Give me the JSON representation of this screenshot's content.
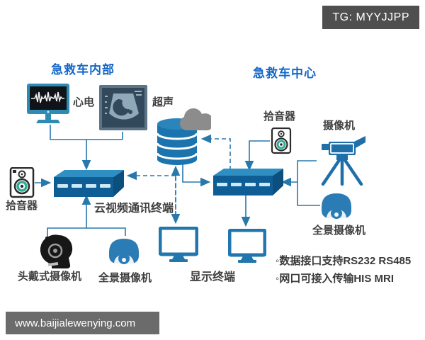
{
  "badge": {
    "text": "TG: MYYJJPP"
  },
  "watermark": {
    "text": "www.baijialewenying.com"
  },
  "sections": {
    "left_title": "急救车内部",
    "right_title": "急救车中心"
  },
  "nodes": {
    "ecg": {
      "label": "心电",
      "icon": "ecg-monitor-icon"
    },
    "ultrasound": {
      "label": "超声",
      "icon": "ultrasound-icon"
    },
    "cloud_database": {
      "icon": "database-cloud-icon"
    },
    "left_mic": {
      "label": "拾音器",
      "icon": "speaker-icon"
    },
    "left_switch": {
      "label": "云视频通讯终端",
      "icon": "switch-icon"
    },
    "head_camera": {
      "label": "头戴式摄像机",
      "icon": "head-mounted-camera-icon"
    },
    "left_dome_camera": {
      "label": "全景摄像机",
      "icon": "dome-camera-icon"
    },
    "displays": {
      "label": "显示终端",
      "icon": "monitor-icon"
    },
    "right_switch": {
      "icon": "switch-icon"
    },
    "right_mic": {
      "label": "拾音器",
      "icon": "speaker-icon"
    },
    "tripod_camera": {
      "label": "摄像机",
      "icon": "tripod-camera-icon"
    },
    "right_dome_camera": {
      "label": "全景摄像机",
      "icon": "dome-camera-icon"
    }
  },
  "notes": [
    {
      "bullet": "◦",
      "text": "数据接口支持RS232 RS485"
    },
    {
      "bullet": "◦",
      "text": "网口可接入传输HIS MRI"
    }
  ],
  "colors": {
    "primary_blue": "#1b74ad",
    "switch_front_blue": "#0e5e95",
    "switch_top_blue": "#2f8ec2",
    "header_blue": "#1467c8",
    "label_gray": "#3f3f3f",
    "badge_bg": "#4f4f4f",
    "watermark_bg": "#6b6b6b",
    "cloud_gray": "#8c8c8c",
    "speaker_ring_teal": "#2fae96",
    "wire_blue": "#2678ad"
  }
}
